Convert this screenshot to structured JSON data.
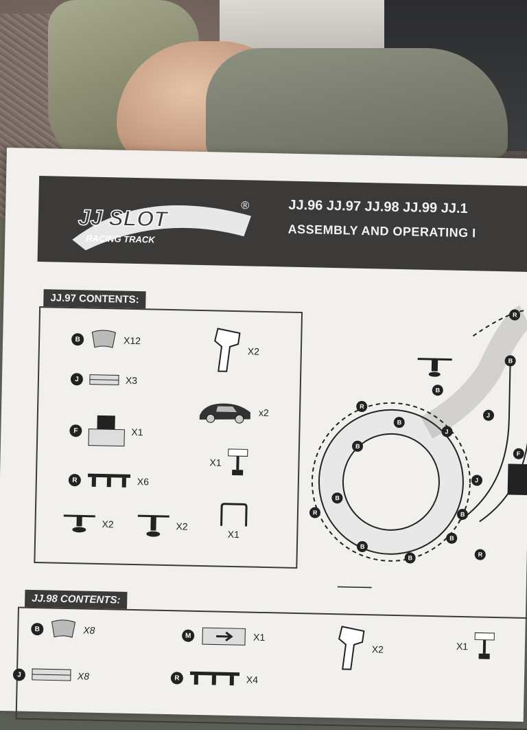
{
  "brand": {
    "logo_line1": "JJ SLOT",
    "logo_line2": "RACING TRACK",
    "registered": "®"
  },
  "header": {
    "models": "JJ.96  JJ.97 JJ.98 JJ.99 JJ.1",
    "subtitle": "ASSEMBLY AND OPERATING I"
  },
  "jj97": {
    "title": "JJ.97 CONTENTS:",
    "items": [
      {
        "letter": "B",
        "qty": "X12",
        "icon": "curve-track-icon"
      },
      {
        "letter": "J",
        "qty": "X3",
        "icon": "straight-track-icon"
      },
      {
        "letter": "F",
        "qty": "X1",
        "icon": "power-track-icon"
      },
      {
        "letter": "R",
        "qty": "X6",
        "icon": "guardrail-icon"
      }
    ],
    "stands": [
      {
        "qty": "X2",
        "icon": "support-stand-icon"
      },
      {
        "qty": "X2",
        "icon": "support-stand-tall-icon"
      }
    ],
    "right_items": [
      {
        "qty": "X2",
        "icon": "hand-controller-icon"
      },
      {
        "qty": "x2",
        "icon": "race-car-icon"
      },
      {
        "qty": "X1",
        "icon": "lap-counter-icon"
      },
      {
        "qty": "X1",
        "icon": "bridge-pillar-icon"
      }
    ]
  },
  "diagram": {
    "labels": [
      "R",
      "B",
      "B",
      "J",
      "B",
      "B",
      "B",
      "J",
      "F",
      "J",
      "B",
      "B",
      "B",
      "B",
      "R",
      "R",
      "R"
    ]
  },
  "jj98": {
    "title": "JJ.98 CONTENTS:",
    "items": [
      {
        "letter": "B",
        "qty": "X8",
        "icon": "curve-track-icon"
      },
      {
        "letter": "M",
        "qty": "X1",
        "icon": "crossover-track-icon"
      },
      {
        "letter": "",
        "qty": "X2",
        "icon": "hand-controller-icon"
      },
      {
        "letter": "",
        "qty": "X1",
        "icon": "lap-counter-icon"
      },
      {
        "letter": "J",
        "qty": "X8",
        "icon": "straight-track-icon"
      },
      {
        "letter": "R",
        "qty": "X4",
        "icon": "guardrail-icon"
      }
    ]
  }
}
